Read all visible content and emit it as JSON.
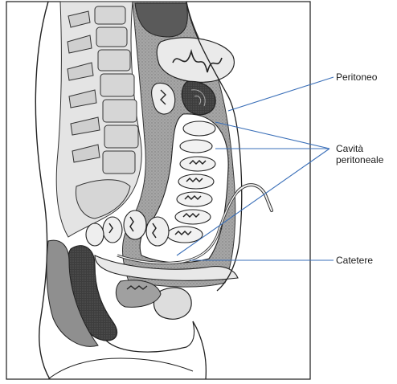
{
  "labels": {
    "peritoneo": "Peritoneo",
    "cavita_line1": "Cavità",
    "cavita_line2": "peritoneale",
    "catetere": "Catetere"
  },
  "colors": {
    "bone": "#dcdcdc",
    "tissue": "#9a9a9a",
    "dark_organ": "#4a4a4a",
    "leader_line": "#3a6fb8",
    "outline": "#222222"
  }
}
